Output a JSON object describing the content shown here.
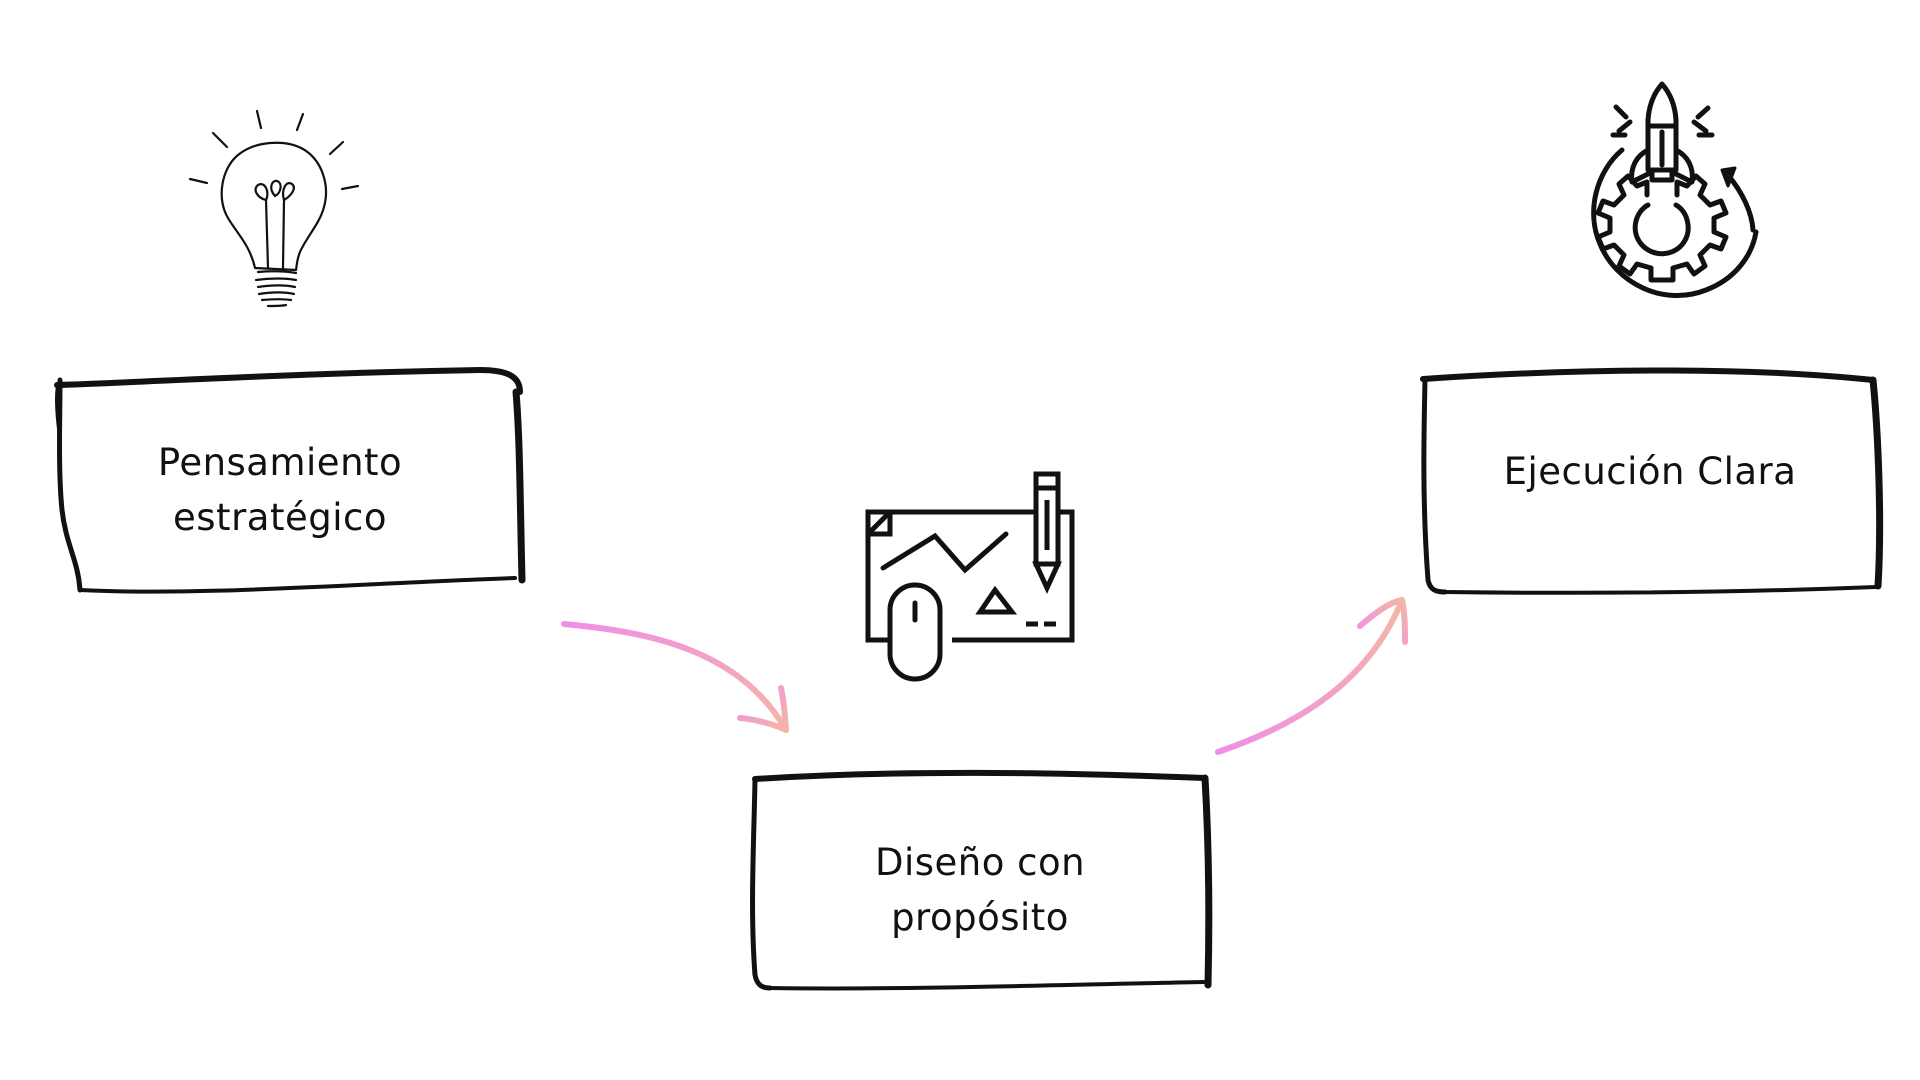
{
  "steps": [
    {
      "lines": [
        "Pensamiento",
        "estratégico"
      ],
      "icon": "lightbulb-icon"
    },
    {
      "lines": [
        "Diseño con",
        "propósito"
      ],
      "icon": "design-board-icon"
    },
    {
      "lines": [
        "Ejecución Clara"
      ],
      "icon": "rocket-gear-icon"
    }
  ],
  "colors": {
    "ink": "#111111",
    "arrow_start": "#f08ee6",
    "arrow_end": "#f4b7a5",
    "background": "#ffffff"
  }
}
